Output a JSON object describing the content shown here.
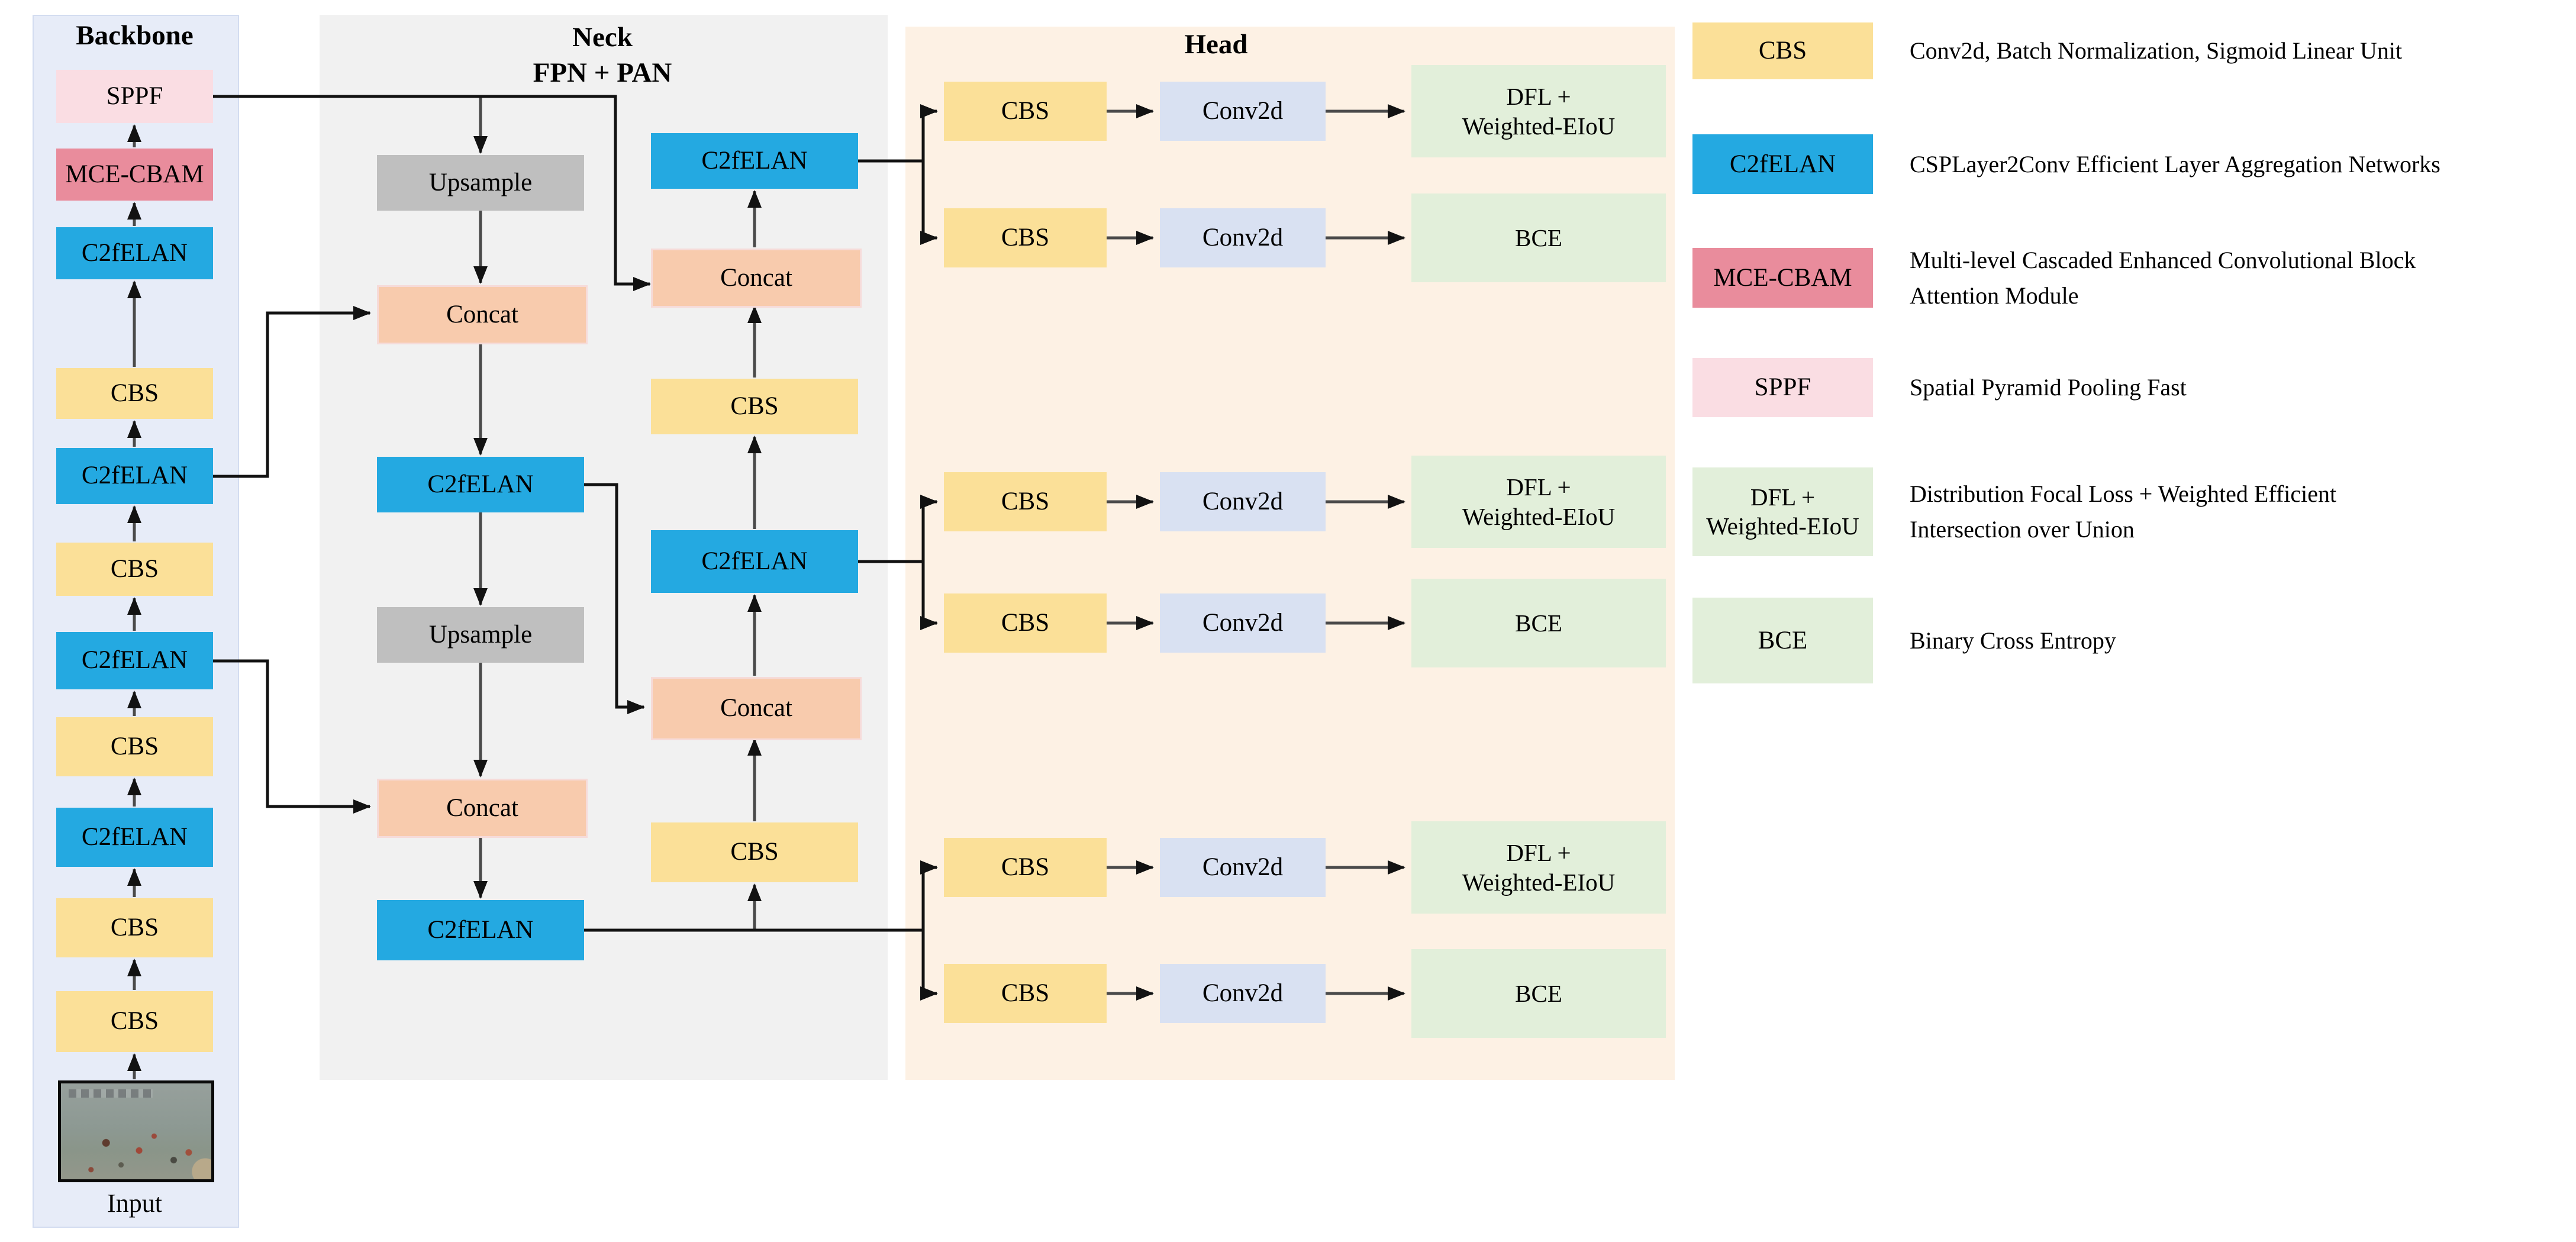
{
  "backbone": {
    "title": "Backbone",
    "layers": [
      {
        "label": "SPPF"
      },
      {
        "label": "MCE-CBAM"
      },
      {
        "label": "C2fELAN"
      },
      {
        "label": "CBS"
      },
      {
        "label": "C2fELAN"
      },
      {
        "label": "CBS"
      },
      {
        "label": "C2fELAN"
      },
      {
        "label": "CBS"
      },
      {
        "label": "C2fELAN"
      },
      {
        "label": "CBS"
      },
      {
        "label": "CBS"
      }
    ],
    "input_label": "Input"
  },
  "neck": {
    "title_line1": "Neck",
    "title_line2": "FPN + PAN",
    "left_column": [
      {
        "label": "Upsample"
      },
      {
        "label": "Concat"
      },
      {
        "label": "C2fELAN"
      },
      {
        "label": "Upsample"
      },
      {
        "label": "Concat"
      },
      {
        "label": "C2fELAN"
      }
    ],
    "right_column": [
      {
        "label": "C2fELAN"
      },
      {
        "label": "Concat"
      },
      {
        "label": "CBS"
      },
      {
        "label": "C2fELAN"
      },
      {
        "label": "Concat"
      },
      {
        "label": "CBS"
      }
    ]
  },
  "head": {
    "title": "Head",
    "rows": [
      {
        "cbs": "CBS",
        "conv": "Conv2d",
        "loss": "DFL +\nWeighted-EIoU"
      },
      {
        "cbs": "CBS",
        "conv": "Conv2d",
        "loss": "BCE"
      },
      {
        "cbs": "CBS",
        "conv": "Conv2d",
        "loss": "DFL +\nWeighted-EIoU"
      },
      {
        "cbs": "CBS",
        "conv": "Conv2d",
        "loss": "BCE"
      },
      {
        "cbs": "CBS",
        "conv": "Conv2d",
        "loss": "DFL +\nWeighted-EIoU"
      },
      {
        "cbs": "CBS",
        "conv": "Conv2d",
        "loss": "BCE"
      }
    ]
  },
  "legend": {
    "items": [
      {
        "label": "CBS",
        "color": "#fbe098",
        "desc": "Conv2d, Batch Normalization, Sigmoid Linear Unit"
      },
      {
        "label": "C2fELAN",
        "color": "#24a9e1",
        "desc": "CSPLayer2Conv Efficient Layer Aggregation Networks"
      },
      {
        "label": "MCE-CBAM",
        "color": "#e98c9c",
        "desc": "Multi-level Cascaded Enhanced Convolutional Block Attention Module"
      },
      {
        "label": "SPPF",
        "color": "#fadde3",
        "desc": "Spatial Pyramid Pooling Fast"
      },
      {
        "label": "DFL +\nWeighted-EIoU",
        "color": "#e2efda",
        "desc": "Distribution Focal Loss + Weighted Efficient Intersection over Union"
      },
      {
        "label": "BCE",
        "color": "#e2efda",
        "desc": "Binary Cross Entropy"
      }
    ]
  },
  "colors": {
    "cbs": "#fbe098",
    "c2felan": "#24a9e1",
    "mce_cbam": "#e98c9c",
    "sppf": "#fadde3",
    "upsample": "#bfbfbf",
    "concat": "#f8cbad",
    "conv2d": "#d9e1f2",
    "loss": "#e2efda",
    "backbone_panel": "#e7ecf8",
    "neck_panel": "#f1f1f1",
    "head_panel": "#fdf1e4",
    "wire": "#121212"
  }
}
